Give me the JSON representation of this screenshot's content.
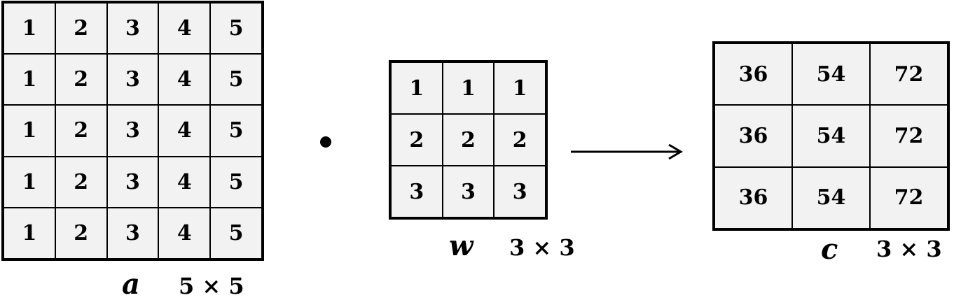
{
  "matrix_a": {
    "name": "a",
    "size": "5 × 5",
    "cells": [
      [
        "1",
        "2",
        "3",
        "4",
        "5"
      ],
      [
        "1",
        "2",
        "3",
        "4",
        "5"
      ],
      [
        "1",
        "2",
        "3",
        "4",
        "5"
      ],
      [
        "1",
        "2",
        "3",
        "4",
        "5"
      ],
      [
        "1",
        "2",
        "3",
        "4",
        "5"
      ]
    ]
  },
  "matrix_w": {
    "name": "w",
    "size": "3 × 3",
    "cells": [
      [
        "1",
        "1",
        "1"
      ],
      [
        "2",
        "2",
        "2"
      ],
      [
        "3",
        "3",
        "3"
      ]
    ]
  },
  "matrix_c": {
    "name": "c",
    "size": "3 × 3",
    "cells": [
      [
        "36",
        "54",
        "72"
      ],
      [
        "36",
        "54",
        "72"
      ],
      [
        "36",
        "54",
        "72"
      ]
    ]
  },
  "colors": {
    "cell_fill": "#f2f2f2",
    "border": "#000000"
  },
  "icons": {
    "operator": "dot-operator-icon",
    "result": "right-arrow-icon"
  }
}
